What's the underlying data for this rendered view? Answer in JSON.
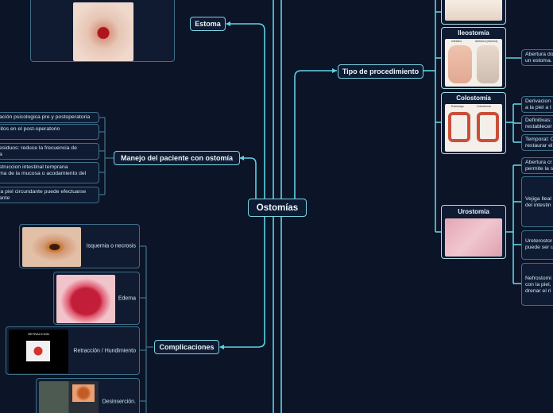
{
  "central": "Ostomías",
  "branches": {
    "estoma": "Estoma",
    "tipo": "Tipo de procedimiento",
    "manejo": "Manejo del paciente con ostomía",
    "complicaciones": "Complicaciones"
  },
  "manejo_items": [
    "ación psicologica pre y postoperatoria",
    "litos en el post-operatorio",
    "esiduos: reduce la frecuencia de",
    "a",
    "struccion intestinal temprana",
    "ma de la mucosa o acodamiento del",
    "la piel circundante puede efectuarse",
    "ante"
  ],
  "complicaciones_items": [
    "Isquemia o necrosis",
    "Edema",
    "Retracción / Hundimiento",
    "Desinserción."
  ],
  "retraccion_caption": "RETRACCION",
  "procedures": {
    "ileostomia": "Ileostomía",
    "colostomia": "Colostomía",
    "urostomia": "Urostomia",
    "ileo_fig_labels": [
      "Intestino",
      "Abertura (estoma)"
    ],
    "colo_fig_labels": [
      "Estómago",
      "Colostomía"
    ]
  },
  "right_items": {
    "ileo": [
      "Abertura do",
      "un estoma."
    ],
    "colo_1": [
      "Derivacion",
      "a la piel a t"
    ],
    "colo_2": [
      "Definitivas:",
      "restablecer"
    ],
    "colo_3": [
      "Temporal: C",
      "restaurar el"
    ],
    "uro_1": [
      "Abertura cr",
      "permite la s"
    ],
    "uro_2": [
      "Vejiga Ileal",
      "del intestin"
    ],
    "uro_3": [
      "Ureterostor",
      "puede ser u"
    ],
    "uro_4": [
      "Nefrostomi",
      "con la piel,",
      "drenar el ri"
    ]
  },
  "colors": {
    "background": "#0c1427",
    "link": "#5fd3e3",
    "node_border": "#7ad3e0"
  }
}
